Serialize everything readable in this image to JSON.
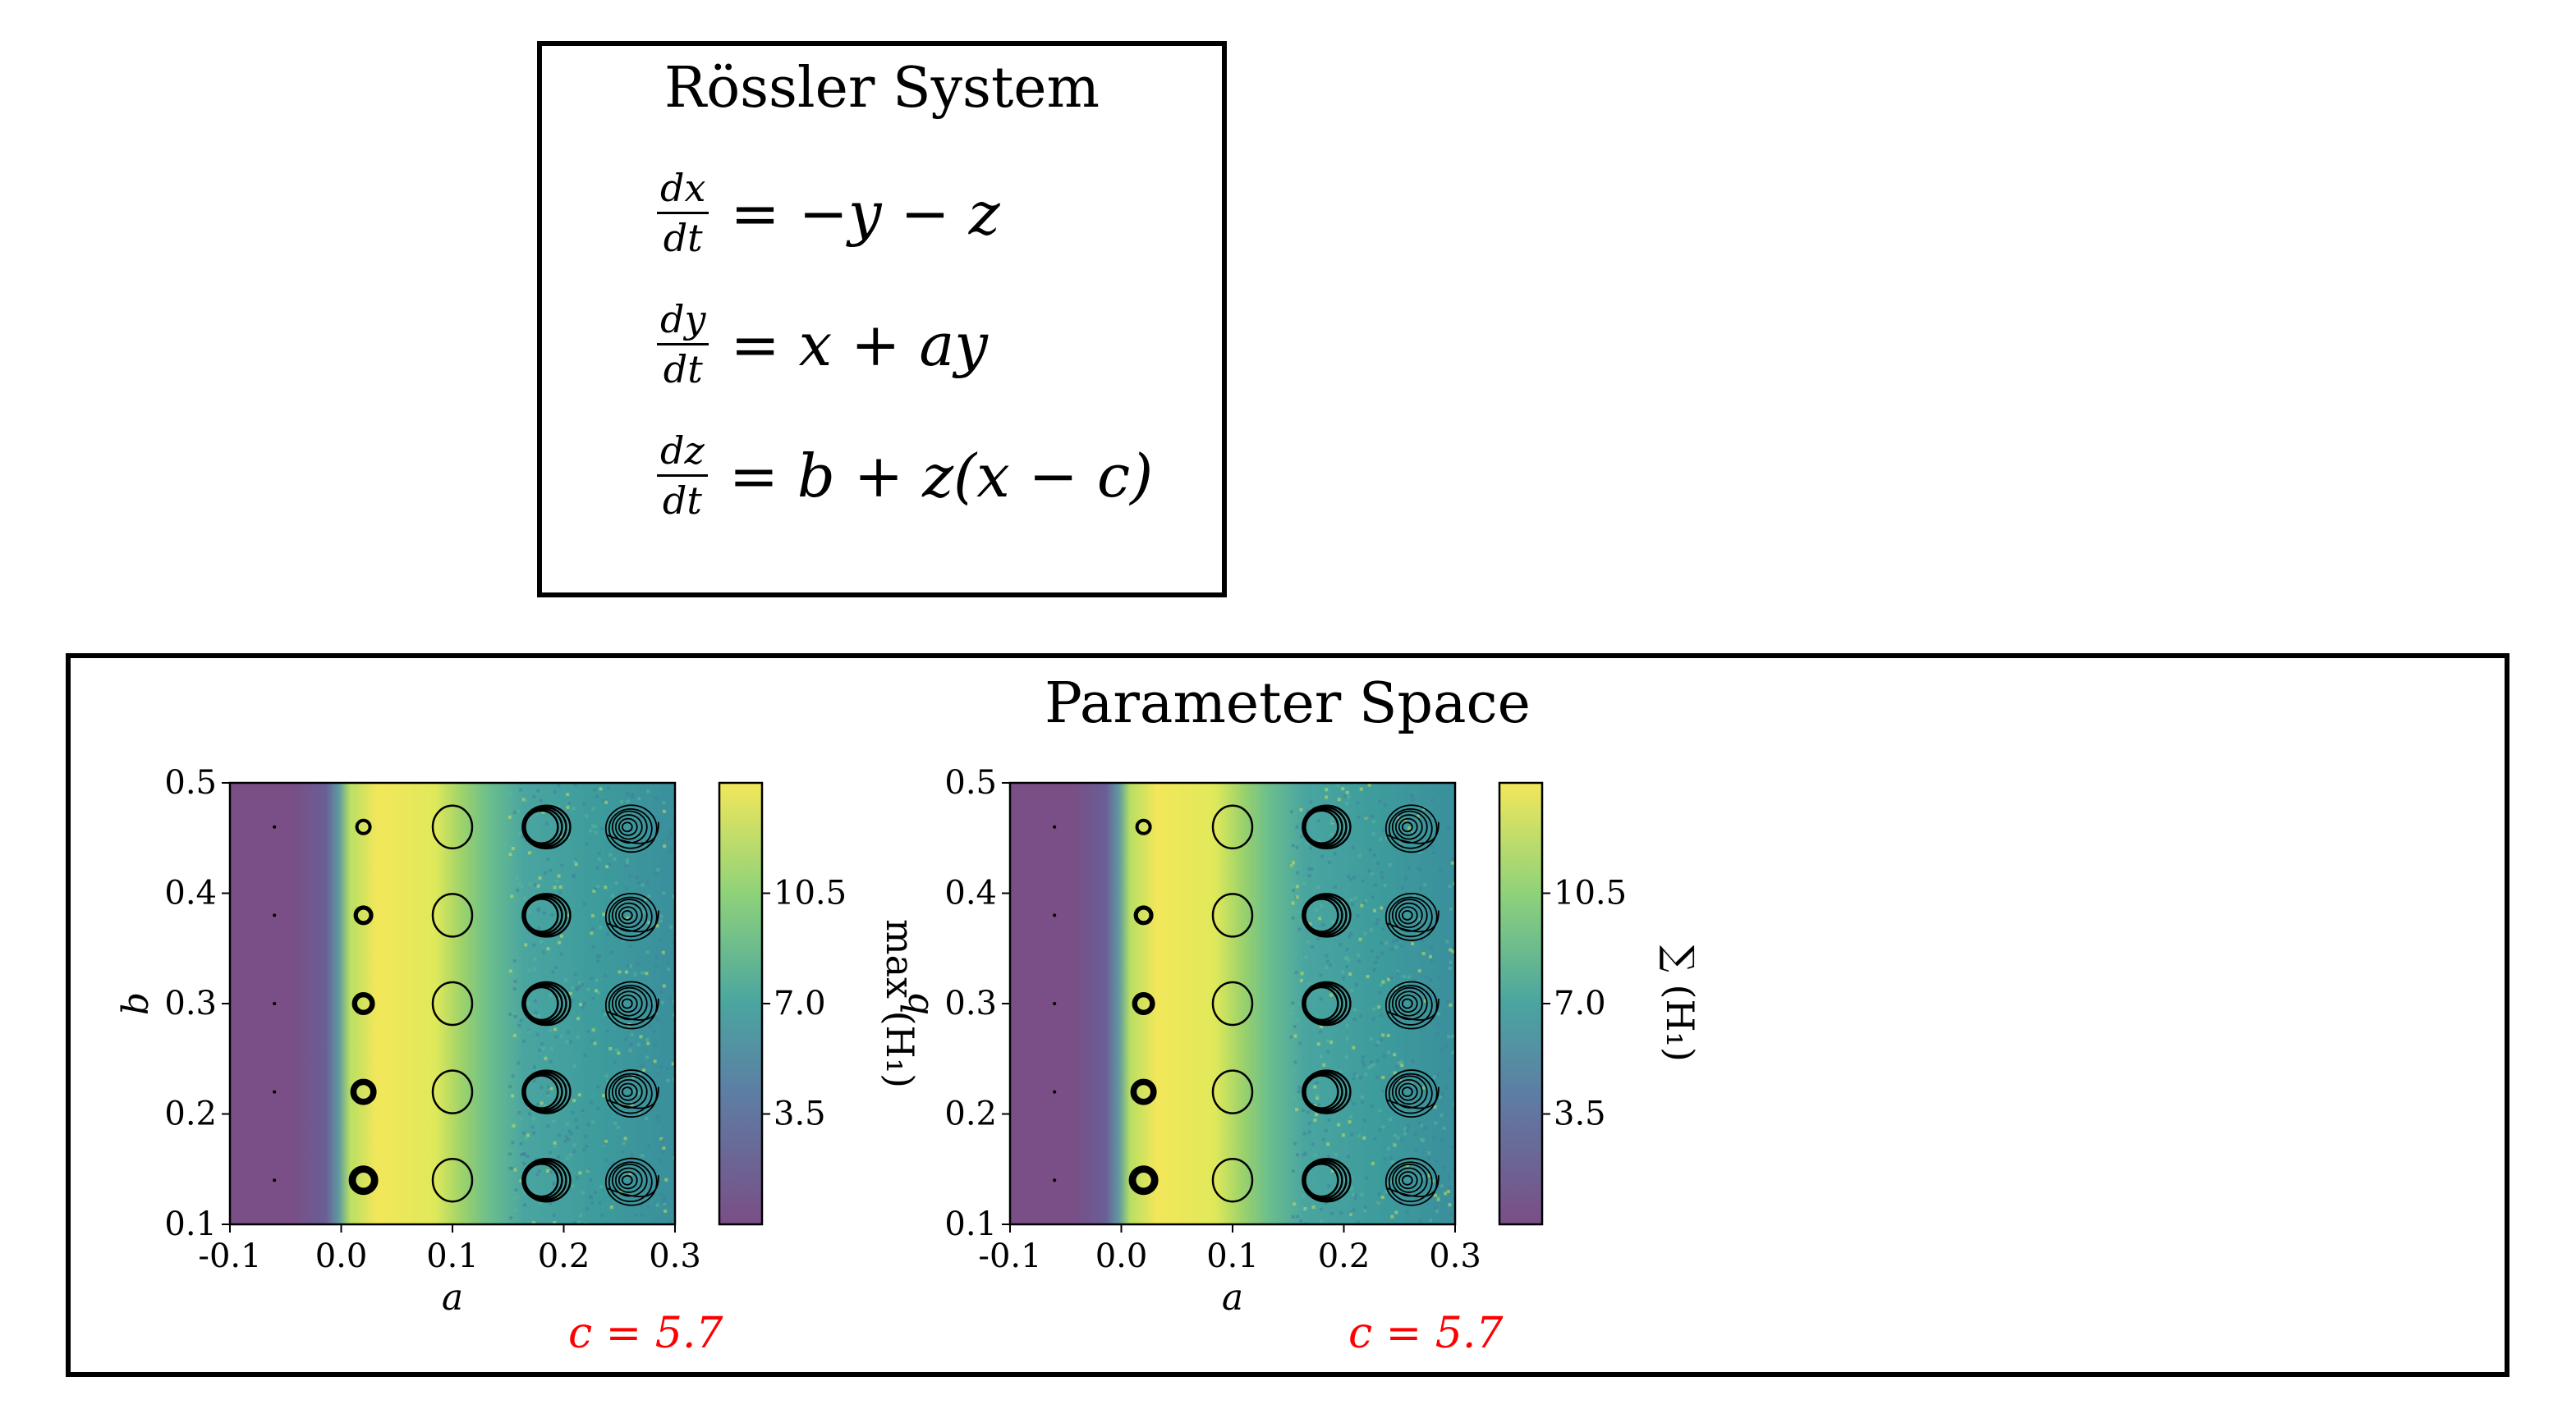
{
  "equations_box": {
    "title": "Rössler System",
    "eq1": {
      "num": "dx",
      "den": "dt",
      "rhs": "= −y − z"
    },
    "eq2": {
      "num": "dy",
      "den": "dt",
      "rhs": "= x + ay"
    },
    "eq3": {
      "num": "dz",
      "den": "dt",
      "rhs": "= b + z(x − c)"
    }
  },
  "parameter_box": {
    "title": "Parameter Space"
  },
  "colors": {
    "viridis_low": "#7a4e86",
    "viridis_mid": "#4aa5a0",
    "viridis_high": "#f2e75a",
    "annotation_red": "#ff0000"
  },
  "chart_data": [
    {
      "type": "heatmap",
      "xlabel": "a",
      "ylabel": "b",
      "xlim": [
        -0.1,
        0.3
      ],
      "ylim": [
        0.1,
        0.5
      ],
      "x_ticks": [
        "-0.1",
        "0.0",
        "0.1",
        "0.2",
        "0.3"
      ],
      "y_ticks": [
        "0.1",
        "0.2",
        "0.3",
        "0.4",
        "0.5"
      ],
      "colorbar_label": "max (H₁)",
      "colorbar_ticks": [
        "3.5",
        "7.0",
        "10.5"
      ],
      "colorbar_range": [
        0,
        14
      ],
      "annotation": "c = 5.7",
      "inset_attractors_a": [
        -0.06,
        0.02,
        0.1,
        0.18,
        0.26
      ],
      "inset_attractors_b": [
        0.14,
        0.22,
        0.3,
        0.38,
        0.46
      ]
    },
    {
      "type": "heatmap",
      "xlabel": "a",
      "ylabel": "b",
      "xlim": [
        -0.1,
        0.3
      ],
      "ylim": [
        0.1,
        0.5
      ],
      "x_ticks": [
        "-0.1",
        "0.0",
        "0.1",
        "0.2",
        "0.3"
      ],
      "y_ticks": [
        "0.1",
        "0.2",
        "0.3",
        "0.4",
        "0.5"
      ],
      "colorbar_label": "∑ (H₁)",
      "colorbar_ticks": [
        "3.5",
        "7.0",
        "10.5"
      ],
      "colorbar_range": [
        0,
        14
      ],
      "annotation": "c = 5.7",
      "inset_attractors_a": [
        -0.06,
        0.02,
        0.1,
        0.18,
        0.26
      ],
      "inset_attractors_b": [
        0.14,
        0.22,
        0.3,
        0.38,
        0.46
      ]
    }
  ]
}
